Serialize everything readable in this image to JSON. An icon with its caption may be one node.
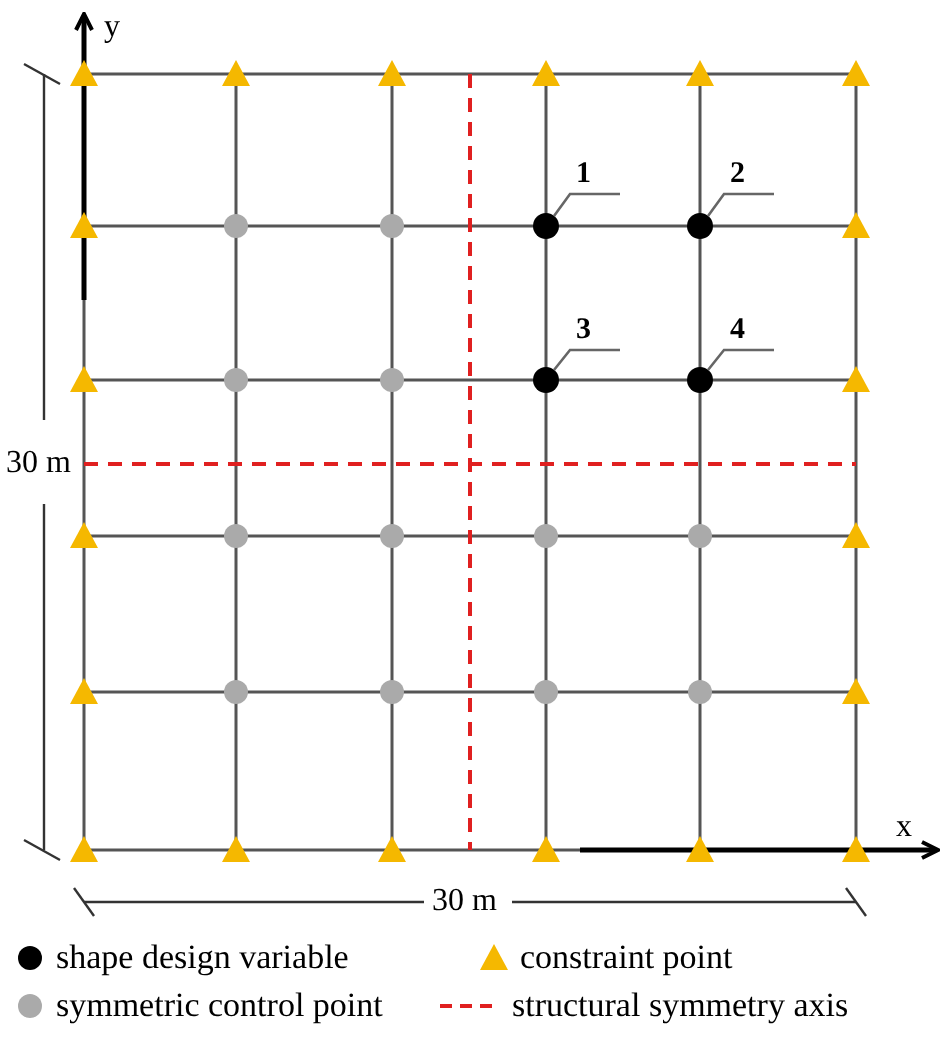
{
  "diagram": {
    "nodes": [
      {
        "text": [
          "1"
        ]
      },
      {
        "text": [
          "2"
        ]
      },
      {
        "text": [
          "3"
        ]
      },
      {
        "text": [
          "4"
        ]
      },
      {
        "text": [],
        "shape": "circle"
      },
      {
        "text": [],
        "shape": "circle"
      },
      {
        "text": [],
        "shape": "circle"
      },
      {
        "text": [],
        "shape": "circle"
      }
    ],
    "edges": [
      {
        "from": 0,
        "to": 4,
        "arrow": "none"
      },
      {
        "from": 1,
        "to": 5,
        "arrow": "none"
      },
      {
        "from": 2,
        "to": 6,
        "arrow": "none"
      },
      {
        "from": 3,
        "to": 7,
        "arrow": "none"
      }
    ],
    "labels": [
      "y",
      "30 m",
      "x",
      "30 m"
    ],
    "legend": [
      {
        "text": "shape design variable"
      },
      {
        "text": "constraint point"
      },
      {
        "text": "symmetric control point"
      },
      {
        "text": "structural symmetry axis"
      }
    ]
  }
}
